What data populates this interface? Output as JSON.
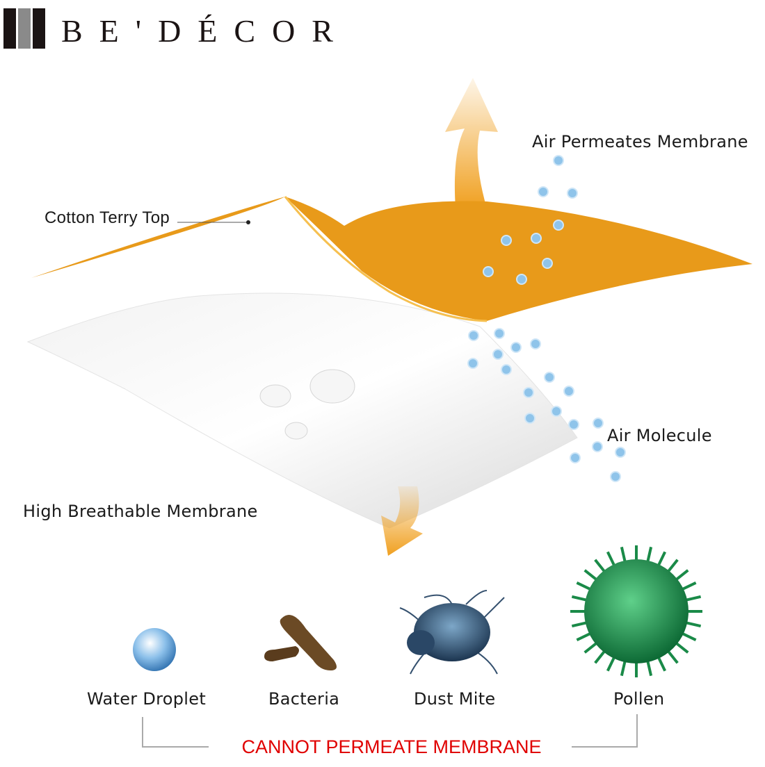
{
  "logo": {
    "text": "BE'DÉCOR",
    "accent": "#e8531c"
  },
  "labels": {
    "air_permeates": "Air Permeates Membrane",
    "cotton_top": "Cotton Terry Top",
    "air_molecule": "Air Molecule",
    "membrane": "High Breathable Membrane"
  },
  "blocked_items": [
    {
      "label": "Water Droplet",
      "icon": "water-droplet-icon"
    },
    {
      "label": "Bacteria",
      "icon": "bacteria-icon"
    },
    {
      "label": "Dust Mite",
      "icon": "dust-mite-icon"
    },
    {
      "label": "Pollen",
      "icon": "pollen-icon"
    }
  ],
  "footer": {
    "text": "CANNOT PERMEATE MEMBRANE"
  },
  "colors": {
    "orange": "#f0a020",
    "red": "#e00000",
    "dot": "#8fc4ea"
  }
}
